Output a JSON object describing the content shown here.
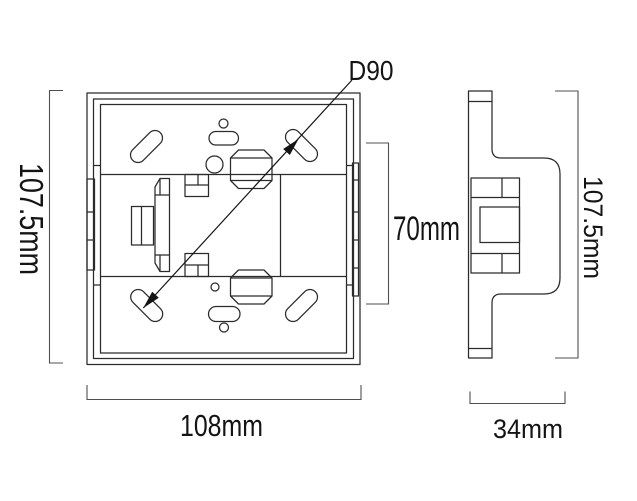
{
  "colors": {
    "background": "#ffffff",
    "part_line": "#2b2b2b",
    "dimension_line": "#4f4f4f",
    "text": "#141414"
  },
  "front_view": {
    "labels": {
      "height": "107.5mm",
      "width": "108mm",
      "inner_height": "70mm",
      "mounting_diameter": "D90"
    }
  },
  "side_view": {
    "labels": {
      "height": "107.5mm",
      "depth": "34mm"
    }
  }
}
